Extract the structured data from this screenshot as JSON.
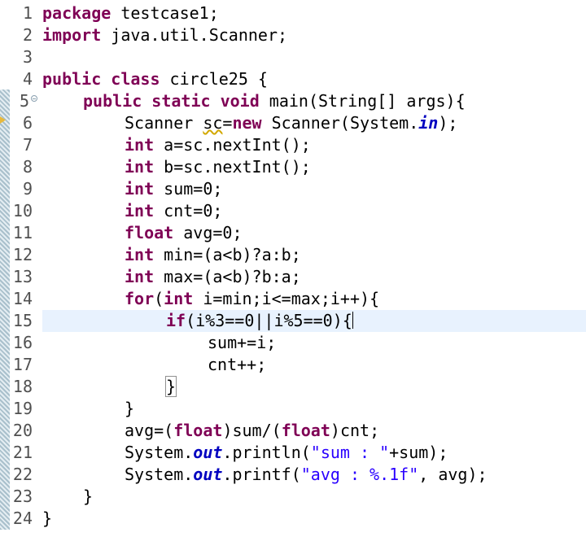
{
  "editor": {
    "current_line": 15,
    "colors": {
      "keyword": "#7f0055",
      "string": "#2a00ff",
      "static_field": "#0000c0",
      "line_number": "#505050",
      "current_line_bg": "#e8f2fe"
    },
    "icons": [
      "fold-collapse-icon",
      "warning-icon",
      "change-ruler"
    ],
    "lines": [
      {
        "n": "1",
        "text": "package testcase1;"
      },
      {
        "n": "2",
        "text": "import java.util.Scanner;"
      },
      {
        "n": "3",
        "text": ""
      },
      {
        "n": "4",
        "text": "public class circle25 {"
      },
      {
        "n": "5",
        "text": "public static void main(String[] args){"
      },
      {
        "n": "6",
        "text": "Scanner sc=new Scanner(System.in);"
      },
      {
        "n": "7",
        "text": "int a=sc.nextInt();"
      },
      {
        "n": "8",
        "text": "int b=sc.nextInt();"
      },
      {
        "n": "9",
        "text": "int sum=0;"
      },
      {
        "n": "10",
        "text": "int cnt=0;"
      },
      {
        "n": "11",
        "text": "float avg=0;"
      },
      {
        "n": "12",
        "text": "int min=(a<b)?a:b;"
      },
      {
        "n": "13",
        "text": "int max=(a<b)?b:a;"
      },
      {
        "n": "14",
        "text": "for(int i=min;i<=max;i++){"
      },
      {
        "n": "15",
        "text": "if(i%3==0||i%5==0){"
      },
      {
        "n": "16",
        "text": "sum+=i;"
      },
      {
        "n": "17",
        "text": "cnt++;"
      },
      {
        "n": "18",
        "text": "}"
      },
      {
        "n": "19",
        "text": "}"
      },
      {
        "n": "20",
        "text": "avg=(float)sum/(float)cnt;"
      },
      {
        "n": "21",
        "text": "System.out.println(\"sum : \"+sum);"
      },
      {
        "n": "22",
        "text": "System.out.printf(\"avg : %.1f\", avg);"
      },
      {
        "n": "23",
        "text": "}"
      },
      {
        "n": "24",
        "text": "}"
      }
    ],
    "tokens": {
      "l1": {
        "kw": "package",
        "rest": " testcase1;"
      },
      "l2": {
        "kw": "import",
        "rest": " java.util.Scanner;"
      },
      "l4": {
        "kw": "public class",
        "rest": " circle25 {"
      },
      "l5": {
        "kw": "public static void",
        "rest": " main(String[] args){"
      },
      "l6": {
        "a": "Scanner ",
        "b": "sc",
        "c": "=",
        "kw": "new",
        "d": " Scanner(System.",
        "fld": "in",
        "e": ");"
      },
      "l7": {
        "kw": "int",
        "rest": " a=sc.nextInt();"
      },
      "l8": {
        "kw": "int",
        "rest": " b=sc.nextInt();"
      },
      "l9": {
        "kw": "int",
        "rest": " sum=0;"
      },
      "l10": {
        "kw": "int",
        "rest": " cnt=0;"
      },
      "l11": {
        "kw": "float",
        "rest": " avg=0;"
      },
      "l12": {
        "kw": "int",
        "rest": " min=(a<b)?a:b;"
      },
      "l13": {
        "kw": "int",
        "rest": " max=(a<b)?b:a;"
      },
      "l14": {
        "kw": "for",
        "a": "(",
        "kw2": "int",
        "rest": " i=min;i<=max;i++){"
      },
      "l15": {
        "kw": "if",
        "rest": "(i%3==0||i%5==0){"
      },
      "l16": {
        "rest": "sum+=i;"
      },
      "l17": {
        "rest": "cnt++;"
      },
      "l18": {
        "rest": "}"
      },
      "l19": {
        "rest": "}"
      },
      "l20": {
        "a": "avg=(",
        "kw": "float",
        "b": ")sum/(",
        "kw2": "float",
        "c": ")cnt;"
      },
      "l21": {
        "a": "System.",
        "fld": "out",
        "b": ".println(",
        "str": "\"sum : \"",
        "c": "+sum);"
      },
      "l22": {
        "a": "System.",
        "fld": "out",
        "b": ".printf(",
        "str": "\"avg : %.1f\"",
        "c": ", avg);"
      },
      "l23": {
        "rest": "}"
      },
      "l24": {
        "rest": "}"
      }
    }
  }
}
